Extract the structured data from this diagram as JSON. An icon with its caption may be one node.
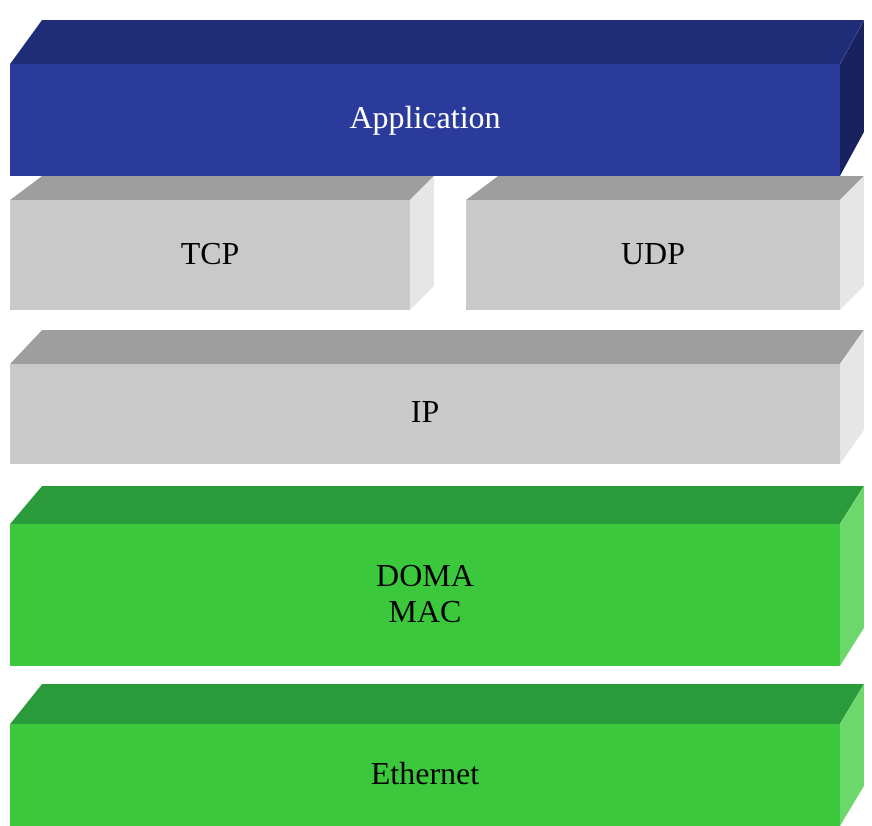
{
  "diagram": {
    "nodes": [
      {
        "text": [
          "Application"
        ]
      },
      {
        "text": [
          "TCP"
        ]
      },
      {
        "text": [
          "UDP"
        ]
      },
      {
        "text": [
          "IP"
        ]
      },
      {
        "text": [
          "DOMA MAC"
        ]
      },
      {
        "text": [
          "Ethernet"
        ]
      }
    ]
  }
}
